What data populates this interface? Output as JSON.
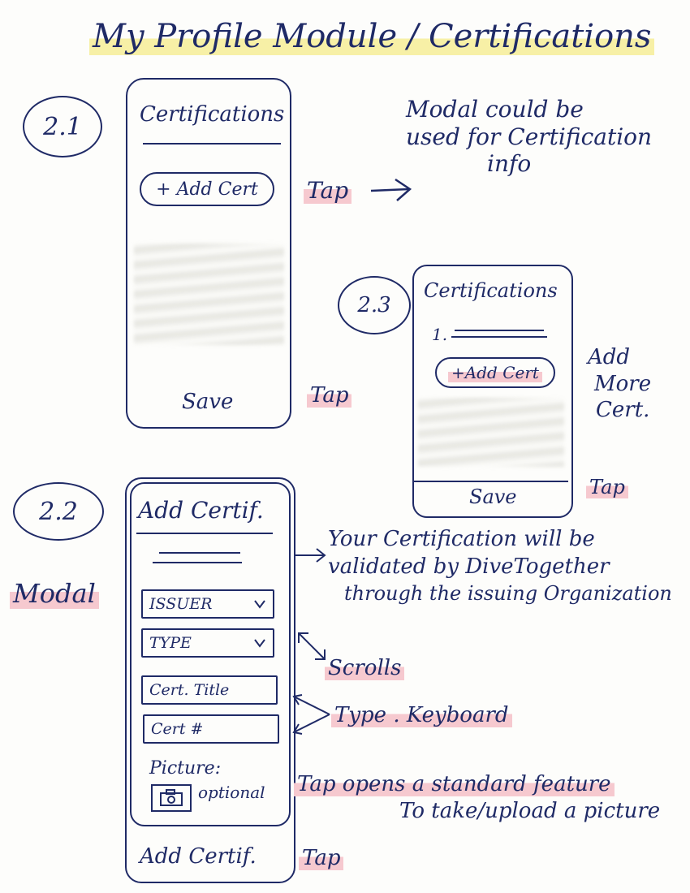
{
  "title": "My Profile Module / Certifications",
  "screens": {
    "s21": {
      "step": "2.1",
      "heading": "Certifications",
      "add_button": "+ Add Cert",
      "save_label": "Save"
    },
    "s22": {
      "step": "2.2",
      "heading": "Add Certif.",
      "fields": [
        "ISSUER",
        "TYPE",
        "Cert. Title",
        "Cert #"
      ],
      "picture_label": "Picture:",
      "picture_optional": "optional",
      "add_button": "Add Certif."
    },
    "s23": {
      "step": "2.3",
      "heading": "Certifications",
      "list_item": "1.",
      "add_button": "+Add Cert",
      "save_label": "Save"
    }
  },
  "annotations": {
    "tap": "Tap",
    "modal_note": [
      "Modal could be",
      "used for Certification",
      "info"
    ],
    "modal_label": "Modal",
    "add_more": [
      "Add",
      "More",
      "Cert."
    ],
    "validation": [
      "Your Certification will be",
      "validated by DiveTogether",
      "through the issuing Organization"
    ],
    "scrolls": "Scrolls",
    "keyboard": "Type . Keyboard",
    "picture_feature": [
      "Tap opens a standard feature",
      "To take/upload a picture"
    ]
  },
  "colors": {
    "ink": "#1f2a66",
    "highlight_yellow": "#f7f0a6",
    "highlight_pink": "#f6c9cf"
  }
}
